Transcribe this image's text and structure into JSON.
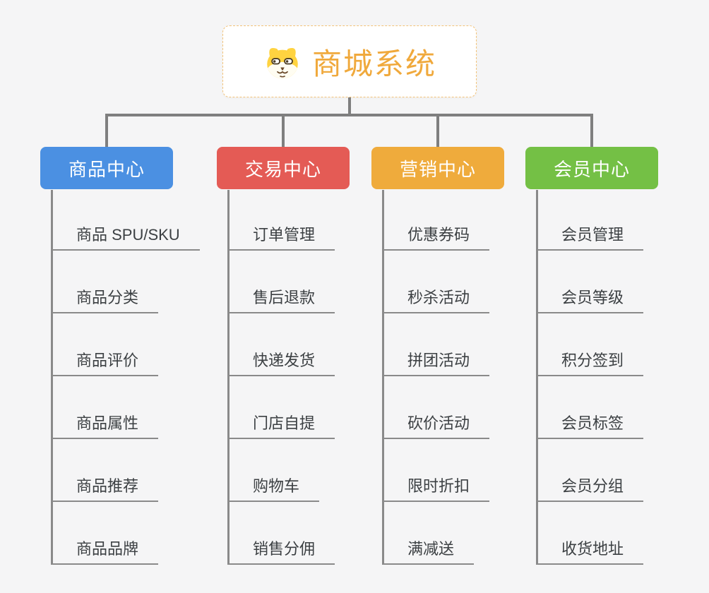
{
  "page": {
    "background": "#f5f5f6"
  },
  "root": {
    "title": "商城系统",
    "icon": "shiba-dog-icon",
    "text_color": "#f0a93c",
    "border_color": "#f3c379"
  },
  "connectors": {
    "color": "#7f7f7f",
    "column_line_color": "#8a8a8a",
    "underline_color": "#8a8a8a",
    "item_text_color": "#3c4043"
  },
  "branches": [
    {
      "label": "商品中心",
      "color": "#4b90e2",
      "children": [
        "商品 SPU/SKU",
        "商品分类",
        "商品评价",
        "商品属性",
        "商品推荐",
        "商品品牌"
      ]
    },
    {
      "label": "交易中心",
      "color": "#e45b55",
      "children": [
        "订单管理",
        "售后退款",
        "快递发货",
        "门店自提",
        "购物车",
        "销售分佣"
      ]
    },
    {
      "label": "营销中心",
      "color": "#efab3c",
      "children": [
        "优惠券码",
        "秒杀活动",
        "拼团活动",
        "砍价活动",
        "限时折扣",
        "满减送"
      ]
    },
    {
      "label": "会员中心",
      "color": "#74c045",
      "children": [
        "会员管理",
        "会员等级",
        "积分签到",
        "会员标签",
        "会员分组",
        "收货地址"
      ]
    }
  ]
}
